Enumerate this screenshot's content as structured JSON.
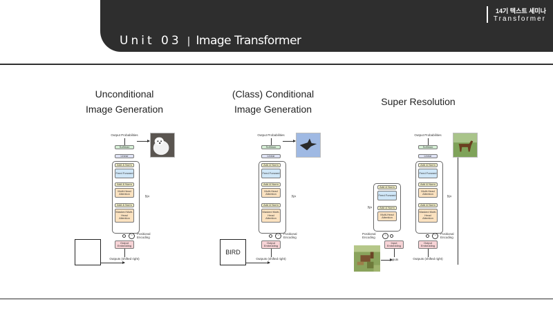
{
  "header": {
    "unit_number": "Unit 03",
    "separator": "|",
    "unit_name": "Image Transformer",
    "seminar_korean": "14기 텍스트 세미나",
    "seminar_english": "Transformer"
  },
  "columns": [
    {
      "title_line1": "Unconditional",
      "title_line2": "Image Generation",
      "left_box_text": ""
    },
    {
      "title_line1": "(Class) Conditional",
      "title_line2": "Image Generation",
      "left_box_text": "BIRD"
    },
    {
      "title_line1": "Super Resolution",
      "title_line2": ""
    }
  ],
  "decoder_block": {
    "output_probabilities": "Output Probabilities",
    "softmax": "Softmax",
    "linear": "Linear",
    "add_norm": "Add & Norm",
    "feed_forward": "Feed Forward",
    "multi_head_attention": "Multi-Head Attention",
    "masked_multi_head_attention": "Masked Multi-Head Attention",
    "nx": "N×",
    "positional_encoding": "Positional Encoding",
    "output_embedding": "Output Embedding",
    "outputs": "Outputs (shifted right)"
  },
  "encoder_block": {
    "add_norm": "Add & Norm",
    "feed_forward": "Feed Forward",
    "multi_head_attention": "Multi-Head Attention",
    "nx": "N×",
    "positional_encoding": "Positional Encoding",
    "input_embedding": "Input Embedding",
    "inputs": "Inputs"
  },
  "colors": {
    "header_bg": "#2e2e2e",
    "softmax_fill": "#d5eed5",
    "linear_fill": "#dfe3f5",
    "add_norm_fill": "#f3f0c8",
    "feed_forward_fill": "#cfe6f7",
    "attention_fill": "#fbe2c0",
    "embedding_fill": "#f7d3d6"
  },
  "images": {
    "puppy": "white-puppy-image",
    "bird": "flying-bird-image",
    "horse_hr": "horse-high-res-image",
    "horse_lr": "horse-low-res-image"
  }
}
